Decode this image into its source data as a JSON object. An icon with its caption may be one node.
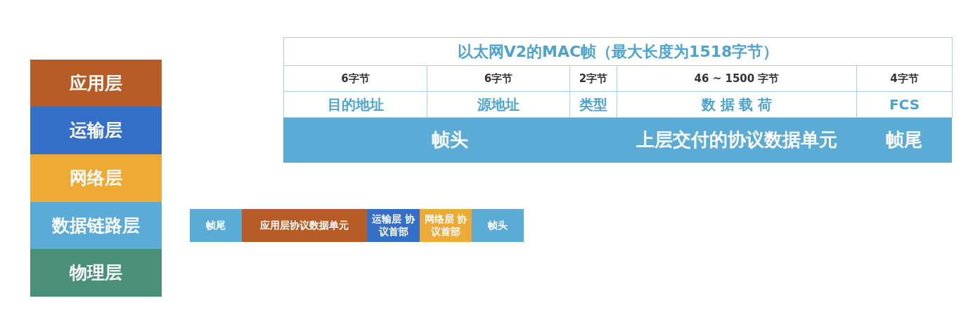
{
  "diagram": {
    "nodes": [
      {
        "text": [
          "应用层"
        ]
      },
      {
        "text": [
          "运输层"
        ]
      },
      {
        "text": [
          "网络层"
        ]
      },
      {
        "text": [
          "数据链路层"
        ]
      },
      {
        "text": [
          "物理层"
        ]
      },
      {
        "text": [
          "帧尾"
        ]
      },
      {
        "text": [
          "应用层协议数据单元"
        ]
      },
      {
        "text": [
          "运输层 协议首部"
        ]
      },
      {
        "text": [
          "网络层 协议首部"
        ]
      },
      {
        "text": [
          "帧头"
        ]
      },
      {
        "text": [
          "帧头"
        ]
      },
      {
        "text": [
          "上层交付的协议数据单元"
        ]
      },
      {
        "text": [
          "帧尾"
        ]
      }
    ],
    "labels": [
      "以太网V2的MAC帧（最大长度为1518字节）",
      "6字节",
      "6字节",
      "2字节",
      "46 ~ 1500 字节",
      "4字节",
      "目的地址",
      "源地址",
      "类型",
      "数 据 载 荷",
      "FCS"
    ]
  }
}
